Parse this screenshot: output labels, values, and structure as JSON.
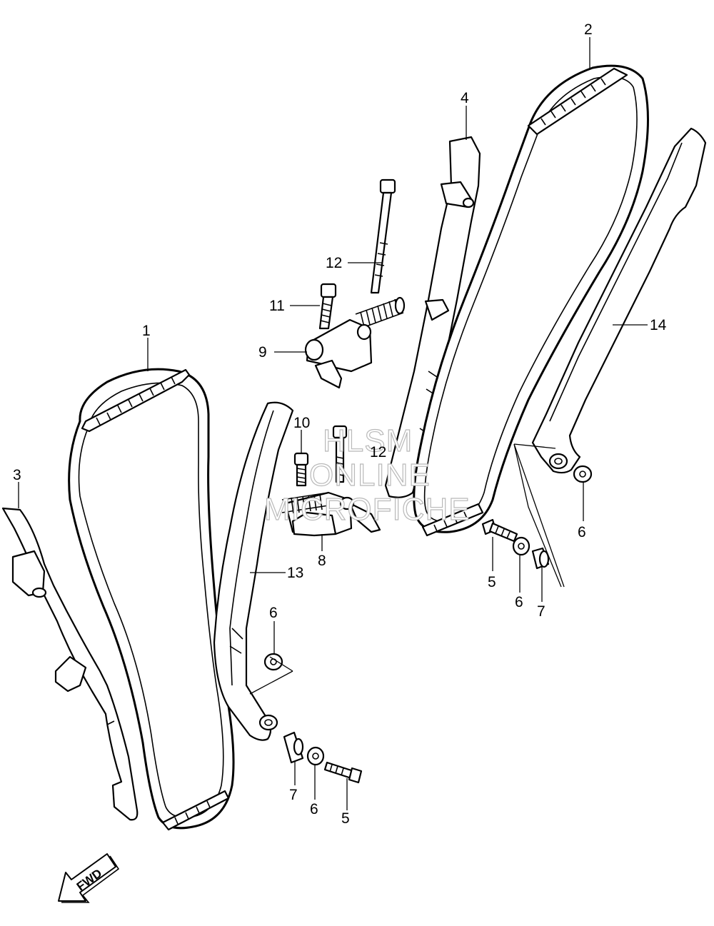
{
  "callouts": {
    "c1": "1",
    "c2": "2",
    "c3": "3",
    "c4": "4",
    "c5a": "5",
    "c5b": "5",
    "c6a": "6",
    "c6b": "6",
    "c6c": "6",
    "c6d": "6",
    "c7a": "7",
    "c7b": "7",
    "c8": "8",
    "c9": "9",
    "c10": "10",
    "c11": "11",
    "c12a": "12",
    "c12b": "12",
    "c13": "13",
    "c14": "14"
  },
  "watermark": {
    "line1": "HLSM",
    "line2": "ONLINE",
    "line3": "MICROFICHE"
  },
  "direction_arrow": {
    "label": "FWD",
    "icon": "fwd-arrow-icon"
  }
}
